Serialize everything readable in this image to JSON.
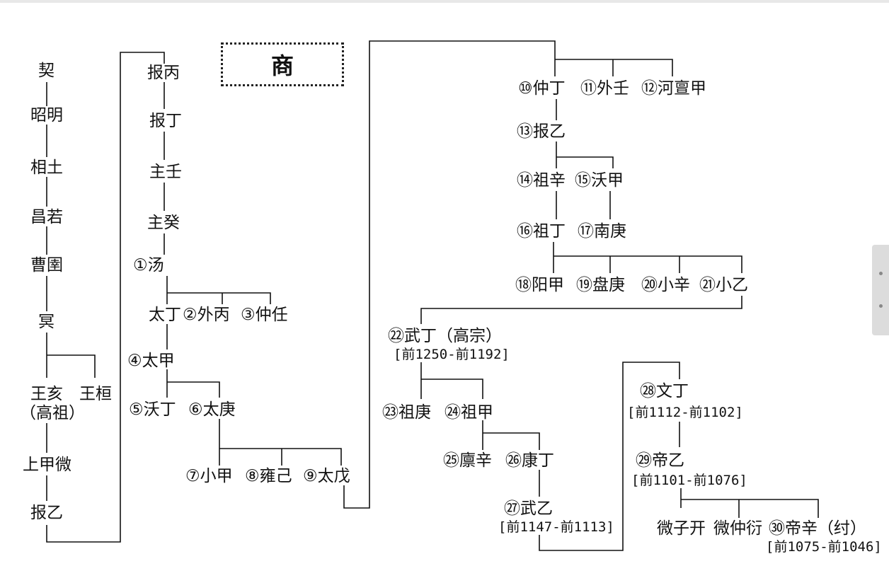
{
  "title": "商",
  "pre_dynasty": [
    "契",
    "昭明",
    "相土",
    "昌若",
    "曹圉",
    "冥",
    "王亥",
    "（高祖）",
    "王桓",
    "上甲微",
    "报乙"
  ],
  "early_ancestors": [
    "报丙",
    "报丁",
    "主壬",
    "主癸"
  ],
  "kings": {
    "k1": "①汤",
    "taiding": "太丁",
    "k2": "②外丙",
    "k3": "③仲任",
    "k4": "④太甲",
    "k5": "⑤沃丁",
    "k6": "⑥太庚",
    "k7": "⑦小甲",
    "k8": "⑧雍己",
    "k9": "⑨太戊",
    "k10": "⑩仲丁",
    "k11": "⑪外壬",
    "k12": "⑫河亶甲",
    "k13": "⑬报乙",
    "k14": "⑭祖辛",
    "k15": "⑮沃甲",
    "k16": "⑯祖丁",
    "k17": "⑰南庚",
    "k18": "⑱阳甲",
    "k19": "⑲盘庚",
    "k20": "⑳小辛",
    "k21": "㉑小乙",
    "k22": "㉒武丁（高宗）",
    "k22_dates": "[前1250-前1192]",
    "k23": "㉓祖庚",
    "k24": "㉔祖甲",
    "k25": "㉕廪辛",
    "k26": "㉖康丁",
    "k27": "㉗武乙",
    "k27_dates": "[前1147-前1113]",
    "k28": "㉘文丁",
    "k28_dates": "[前1112-前1102]",
    "k29": "㉙帝乙",
    "k29_dates": "[前1101-前1076]",
    "weiziqi": "微子开",
    "weizhongyan": "微仲衍",
    "k30": "㉚帝辛（纣）",
    "k30_dates": "[前1075-前1046]"
  },
  "colors": {
    "line": "#111111",
    "text": "#111111",
    "background": "#ffffff"
  }
}
